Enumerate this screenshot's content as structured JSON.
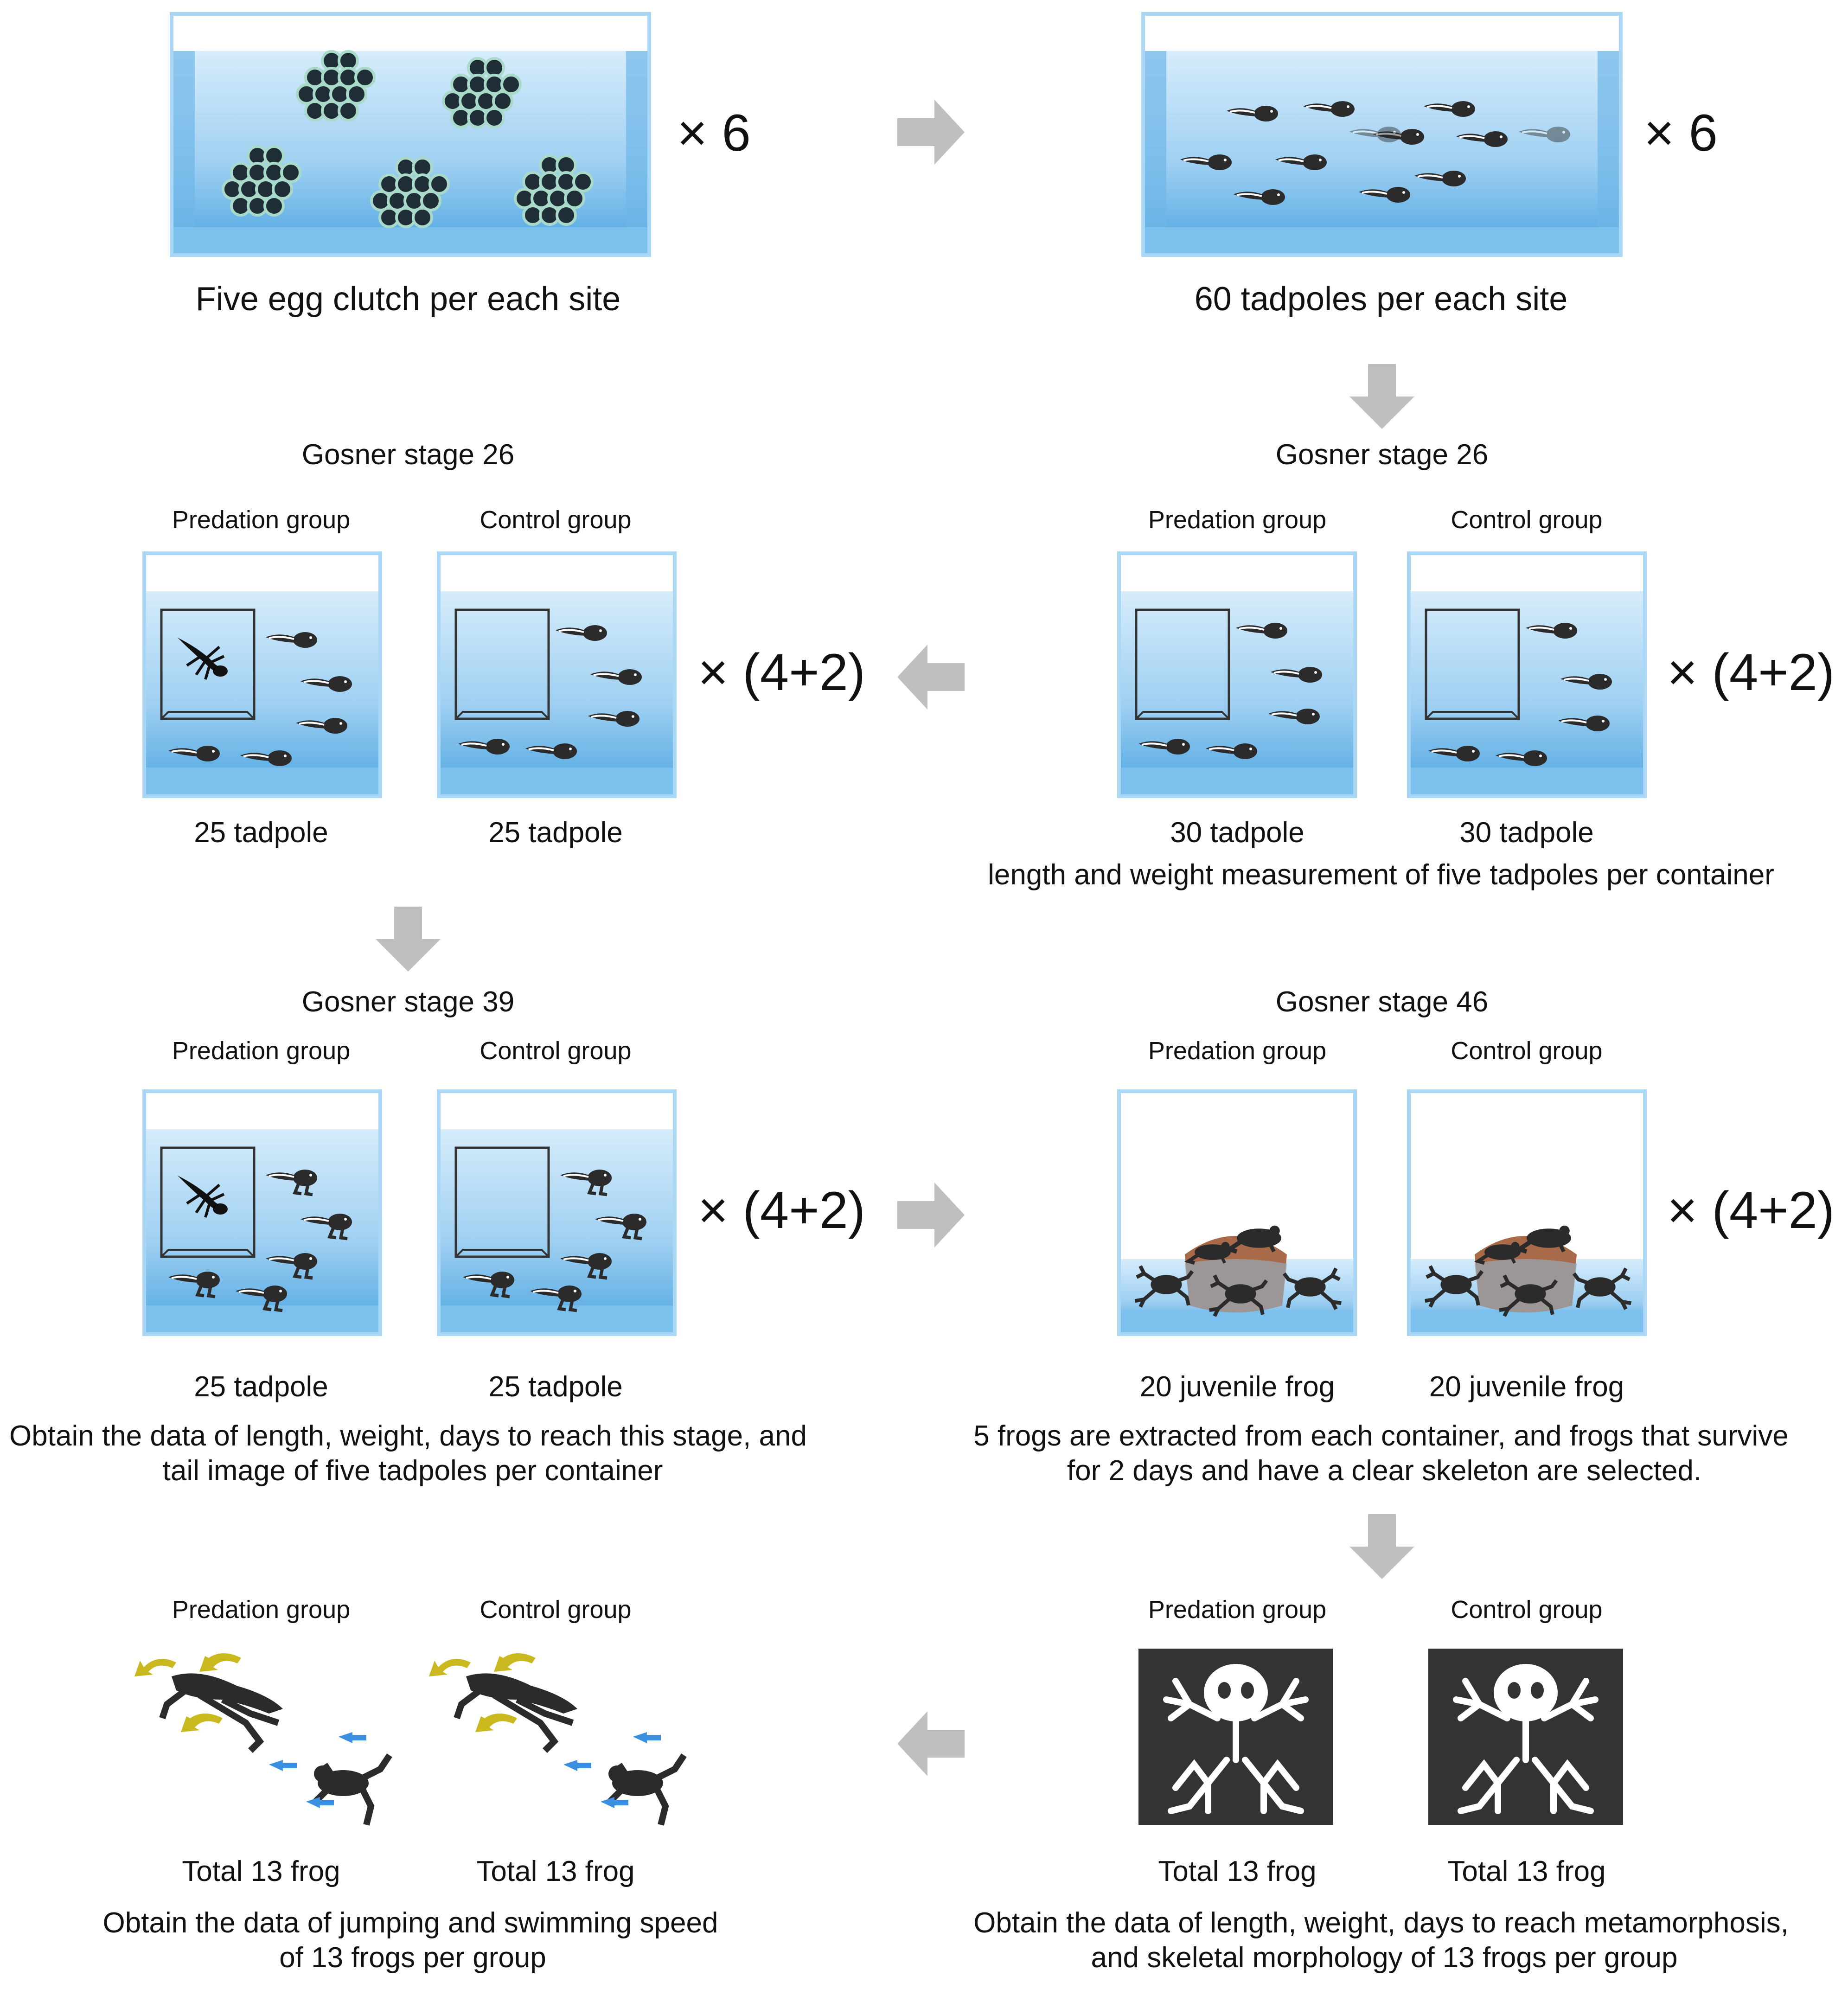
{
  "colors": {
    "water_light": "#c9e4f8",
    "water_dark": "#4aa3df",
    "glass": "#a9d7f5",
    "arrow": "#bfbfbf",
    "tadpole": "#2b2b2b",
    "rock": "#a86a48",
    "xray_bg": "#333333",
    "yellow_arrow": "#c9b81e",
    "blue_arrow": "#3a8fe0"
  },
  "step1": {
    "caption": "Five egg clutch per each site",
    "multiplier": "× 6"
  },
  "step2": {
    "caption": "60 tadpoles per each site",
    "multiplier": "× 6"
  },
  "step3": {
    "stage": "Gosner stage 26",
    "predation_label": "Predation group",
    "control_label": "Control group",
    "predation_count": "30 tadpole",
    "control_count": "30 tadpole",
    "multiplier": "× (4+2)",
    "note": "length and weight measurement of five tadpoles per container"
  },
  "step4": {
    "stage": "Gosner stage 26",
    "predation_label": "Predation group",
    "control_label": "Control group",
    "predation_count": "25 tadpole",
    "control_count": "25 tadpole",
    "multiplier": "× (4+2)"
  },
  "step5": {
    "stage": "Gosner stage 39",
    "predation_label": "Predation group",
    "control_label": "Control group",
    "predation_count": "25 tadpole",
    "control_count": "25 tadpole",
    "multiplier": "× (4+2)",
    "note_line1": "Obtain the data of length, weight, days to reach this stage, and",
    "note_line2": "tail image of five tadpoles per container"
  },
  "step6": {
    "stage": "Gosner stage 46",
    "predation_label": "Predation group",
    "control_label": "Control group",
    "predation_count": "20 juvenile frog",
    "control_count": "20 juvenile frog",
    "multiplier": "× (4+2)",
    "note_line1": "5 frogs are extracted from each container, and frogs that survive",
    "note_line2": "for 2 days and have a clear skeleton are selected."
  },
  "step7": {
    "predation_label": "Predation group",
    "control_label": "Control group",
    "predation_count": "Total 13 frog",
    "control_count": "Total 13 frog",
    "note_line1": "Obtain the data of length, weight, days to reach metamorphosis,",
    "note_line2": "and skeletal morphology of 13 frogs per group"
  },
  "step8": {
    "predation_label": "Predation group",
    "control_label": "Control group",
    "predation_count": "Total 13 frog",
    "control_count": "Total 13 frog",
    "note_line1": "Obtain the data of jumping and swimming speed",
    "note_line2": "of 13 frogs per group"
  }
}
